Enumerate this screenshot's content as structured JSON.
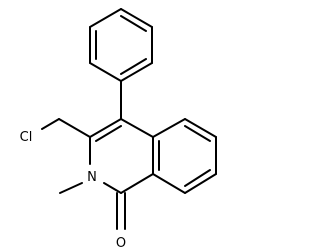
{
  "molecule": {
    "atom_labels": {
      "chlorine": "Cl",
      "nitrogen": "N",
      "oxygen": "O"
    }
  },
  "colors": {
    "bond": "#000000",
    "label": "#000000",
    "background": "#ffffff"
  }
}
